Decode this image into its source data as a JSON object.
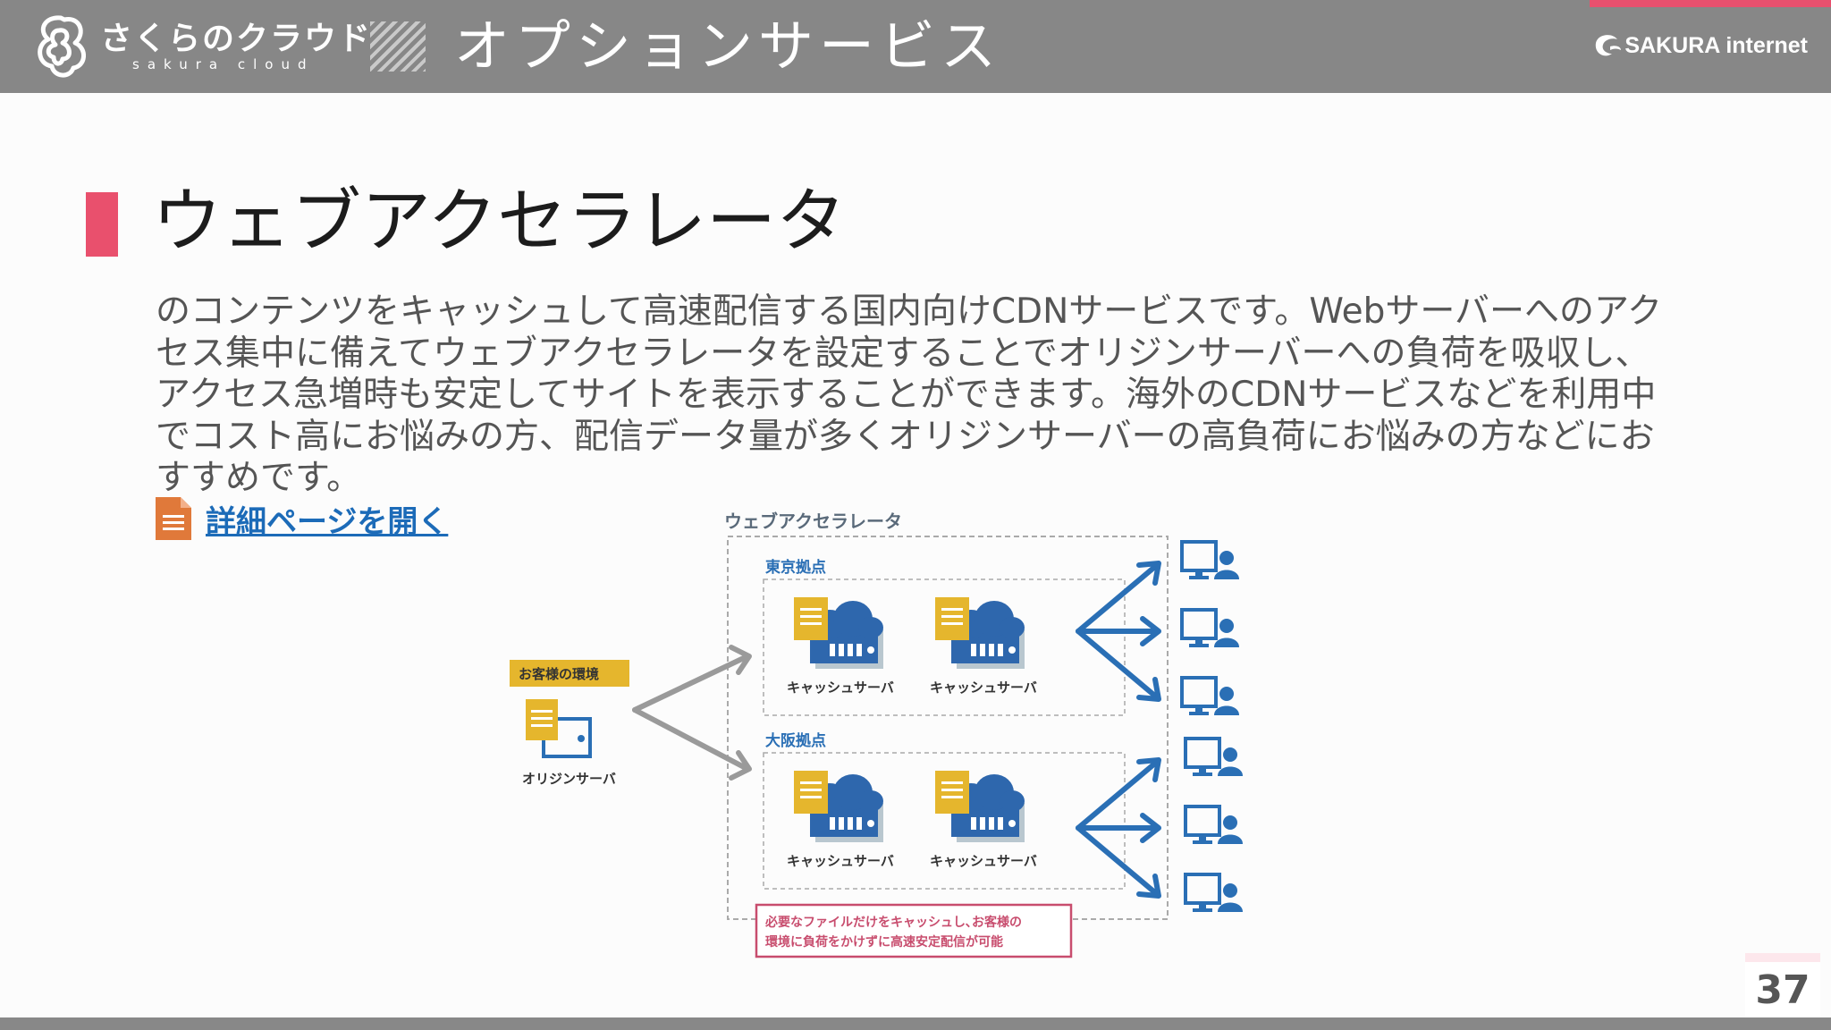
{
  "header": {
    "logo_main": "さくらのクラウド",
    "logo_sub": "sakura cloud",
    "title": "オプションサービス",
    "brand": "SAKURA internet"
  },
  "section": {
    "title": "ウェブアクセラレータ",
    "description": "のコンテンツをキャッシュして高速配信する国内向けCDNサービスです。Webサーバーへのアクセス集中に備えてウェブアクセラレータを設定することでオリジンサーバーへの負荷を吸収し、アクセス急増時も安定してサイトを表示することができます。海外のCDNサービスなどを利用中でコスト高にお悩みの方、配信データ量が多くオリジンサーバーの高負荷にお悩みの方などにおすすめです。",
    "link_label": "詳細ページを開く"
  },
  "diagram": {
    "title": "ウェブアクセラレータ",
    "customer_env_label": "お客様の環境",
    "origin_label": "オリジンサーバ",
    "tokyo_label": "東京拠点",
    "osaka_label": "大阪拠点",
    "cache_label": "キャッシュサーバ",
    "note_line1": "必要なファイルだけをキャッシュし､お客様の",
    "note_line2": "環境に負荷をかけずに高速安定配信が可能"
  },
  "colors": {
    "accent": "#e9506d",
    "link": "#1c6bb8",
    "header_bg": "#878787",
    "diagram_blue": "#2a6fb5",
    "doc_yellow": "#e5b62d"
  },
  "page_number": "37"
}
